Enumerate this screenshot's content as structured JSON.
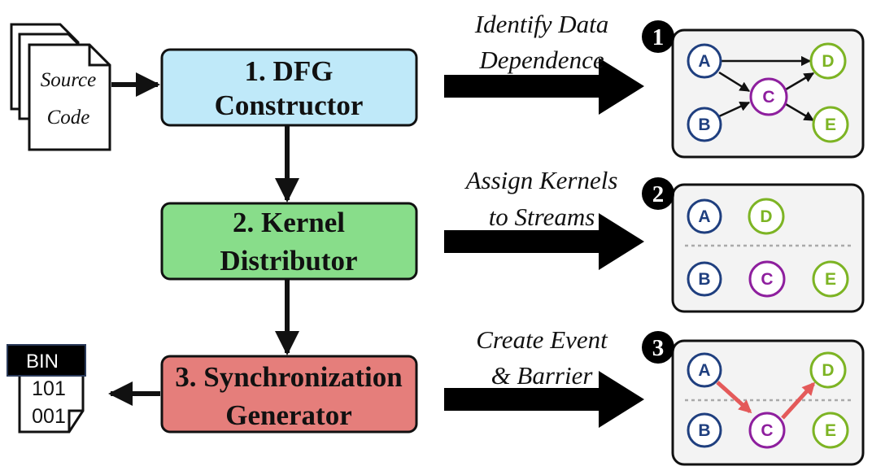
{
  "source_doc": {
    "line1": "Source",
    "line2": "Code"
  },
  "steps": [
    {
      "line1": "1. DFG",
      "line2": "Constructor",
      "fill": "#BFE9F9"
    },
    {
      "line1": "2. Kernel",
      "line2": "Distributor",
      "fill": "#88DD8A"
    },
    {
      "line1": "3. Synchronization",
      "line2": "Generator",
      "fill": "#E57E7B"
    }
  ],
  "captions": [
    {
      "line1": "Identify Data",
      "line2": "Dependence"
    },
    {
      "line1": "Assign Kernels",
      "line2": "to Streams"
    },
    {
      "line1": "Create Event",
      "line2": "& Barrier"
    }
  ],
  "badges": [
    "1",
    "2",
    "3"
  ],
  "binary_doc": {
    "label": "BIN",
    "line1": "101",
    "line2": "001"
  },
  "nodes": {
    "A": {
      "label": "A",
      "color": "#1F3F7F"
    },
    "B": {
      "label": "B",
      "color": "#1F3F7F"
    },
    "C": {
      "label": "C",
      "color": "#8E1F9E"
    },
    "D": {
      "label": "D",
      "color": "#7DB424"
    },
    "E": {
      "label": "E",
      "color": "#7DB424"
    }
  },
  "colors": {
    "panel_fill": "#F3F3F3",
    "sync_arrow": "#E45A5A",
    "edge": "#111111"
  }
}
